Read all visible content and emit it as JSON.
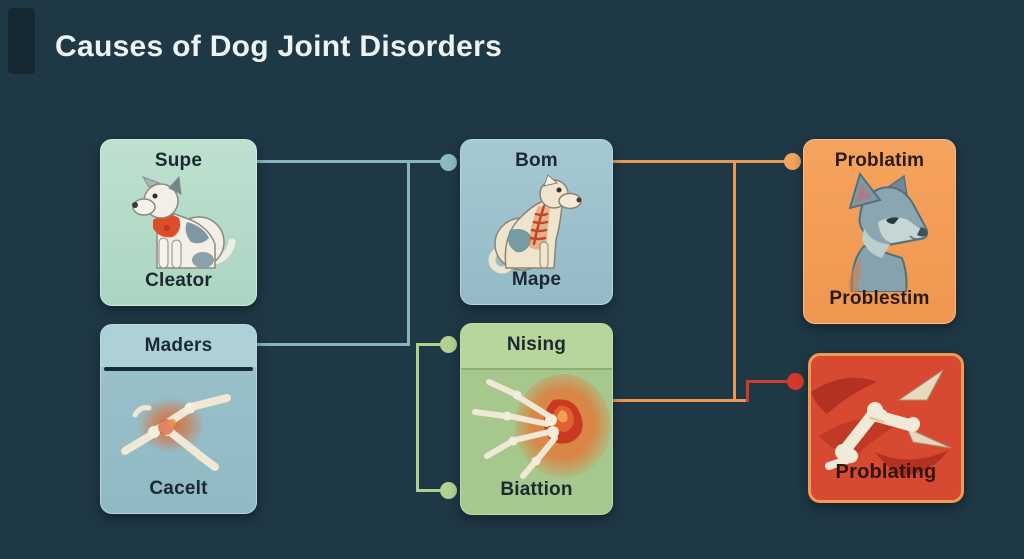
{
  "title": "Causes of Dog Joint Disorders",
  "theme": {
    "background": "#1f3846",
    "title_color": "#edf3f1",
    "label_color": "#1b2a31",
    "connector_teal": "#86b6bb",
    "connector_green": "#b3cf8e",
    "connector_orange": "#e89a55",
    "connector_red": "#d03a2c"
  },
  "cards": [
    {
      "id": "supe",
      "top_label": "Supe",
      "bottom_label": "Cleator",
      "illustration": "sitting-dog-with-red-collar",
      "bg": "#b5dcc9"
    },
    {
      "id": "maders",
      "top_label": "Maders",
      "bottom_label": "Cacelt",
      "illustration": "inflamed-joint-bones",
      "bg": "#9cc2cb"
    },
    {
      "id": "bom",
      "top_label": "Bom",
      "bottom_label": "Mape",
      "illustration": "dog-anatomy-inflamed-spine",
      "bg": "#9cc3ce"
    },
    {
      "id": "nising",
      "top_label": "Nising",
      "bottom_label": "Biattion",
      "illustration": "inflamed-paw-bones",
      "bg": "#a6c88c"
    },
    {
      "id": "problatim",
      "top_label": "Problatim",
      "bottom_label": "Problestim",
      "illustration": "husky-dog-head",
      "bg": "#f49e58"
    },
    {
      "id": "problating",
      "top_label": "",
      "bottom_label": "Problating",
      "illustration": "bent-leg-joint-bones",
      "bg": "#d74a31"
    }
  ]
}
